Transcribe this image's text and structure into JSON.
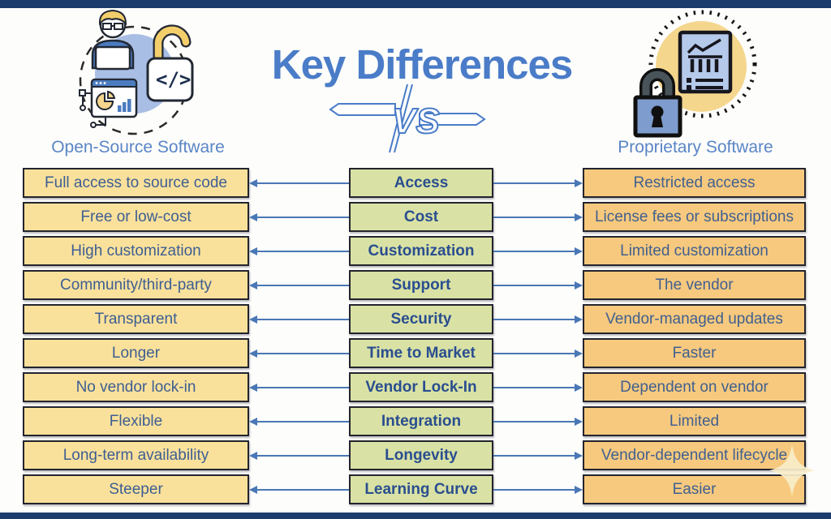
{
  "header": {
    "title": "Key Differences",
    "vs_label": "VS",
    "left_label": "Open-Source Software",
    "right_label": "Proprietary Software"
  },
  "table": {
    "rows": [
      {
        "left": "Full access to source code",
        "category": "Access",
        "right": "Restricted access"
      },
      {
        "left": "Free or low-cost",
        "category": "Cost",
        "right": "License fees or subscriptions"
      },
      {
        "left": "High customization",
        "category": "Customization",
        "right": "Limited customization"
      },
      {
        "left": "Community/third-party",
        "category": "Support",
        "right": "The vendor"
      },
      {
        "left": "Transparent",
        "category": "Security",
        "right": "Vendor-managed updates"
      },
      {
        "left": "Longer",
        "category": "Time to Market",
        "right": "Faster"
      },
      {
        "left": "No vendor lock-in",
        "category": "Vendor Lock-In",
        "right": "Dependent on vendor"
      },
      {
        "left": "Flexible",
        "category": "Integration",
        "right": "Limited"
      },
      {
        "left": "Long-term availability",
        "category": "Longevity",
        "right": "Vendor-dependent lifecycle"
      },
      {
        "left": "Steeper",
        "category": "Learning Curve",
        "right": "Easier"
      }
    ]
  },
  "icons": {
    "open_source": "developer-at-laptop-with-unlocked-padlock-and-code-window",
    "proprietary": "locked-padlock-with-report-document",
    "vs_banner": "vs-ribbon-banner",
    "sparkle": "four-point-star",
    "code_glyph": "</>"
  },
  "colors": {
    "frame": "#1c3c6e",
    "open_source_box": "#fae19b",
    "category_box": "#d9e2a4",
    "proprietary_box": "#f6c97e",
    "box_border": "#23242e",
    "title_blue": "#4a7cc8",
    "label_blue": "#5a85c6",
    "box_text_blue": "#3d5e92",
    "arrow_blue": "#4a77b5",
    "accent_yellow": "#f5d68d",
    "accent_periwinkle": "#a9bee4"
  }
}
